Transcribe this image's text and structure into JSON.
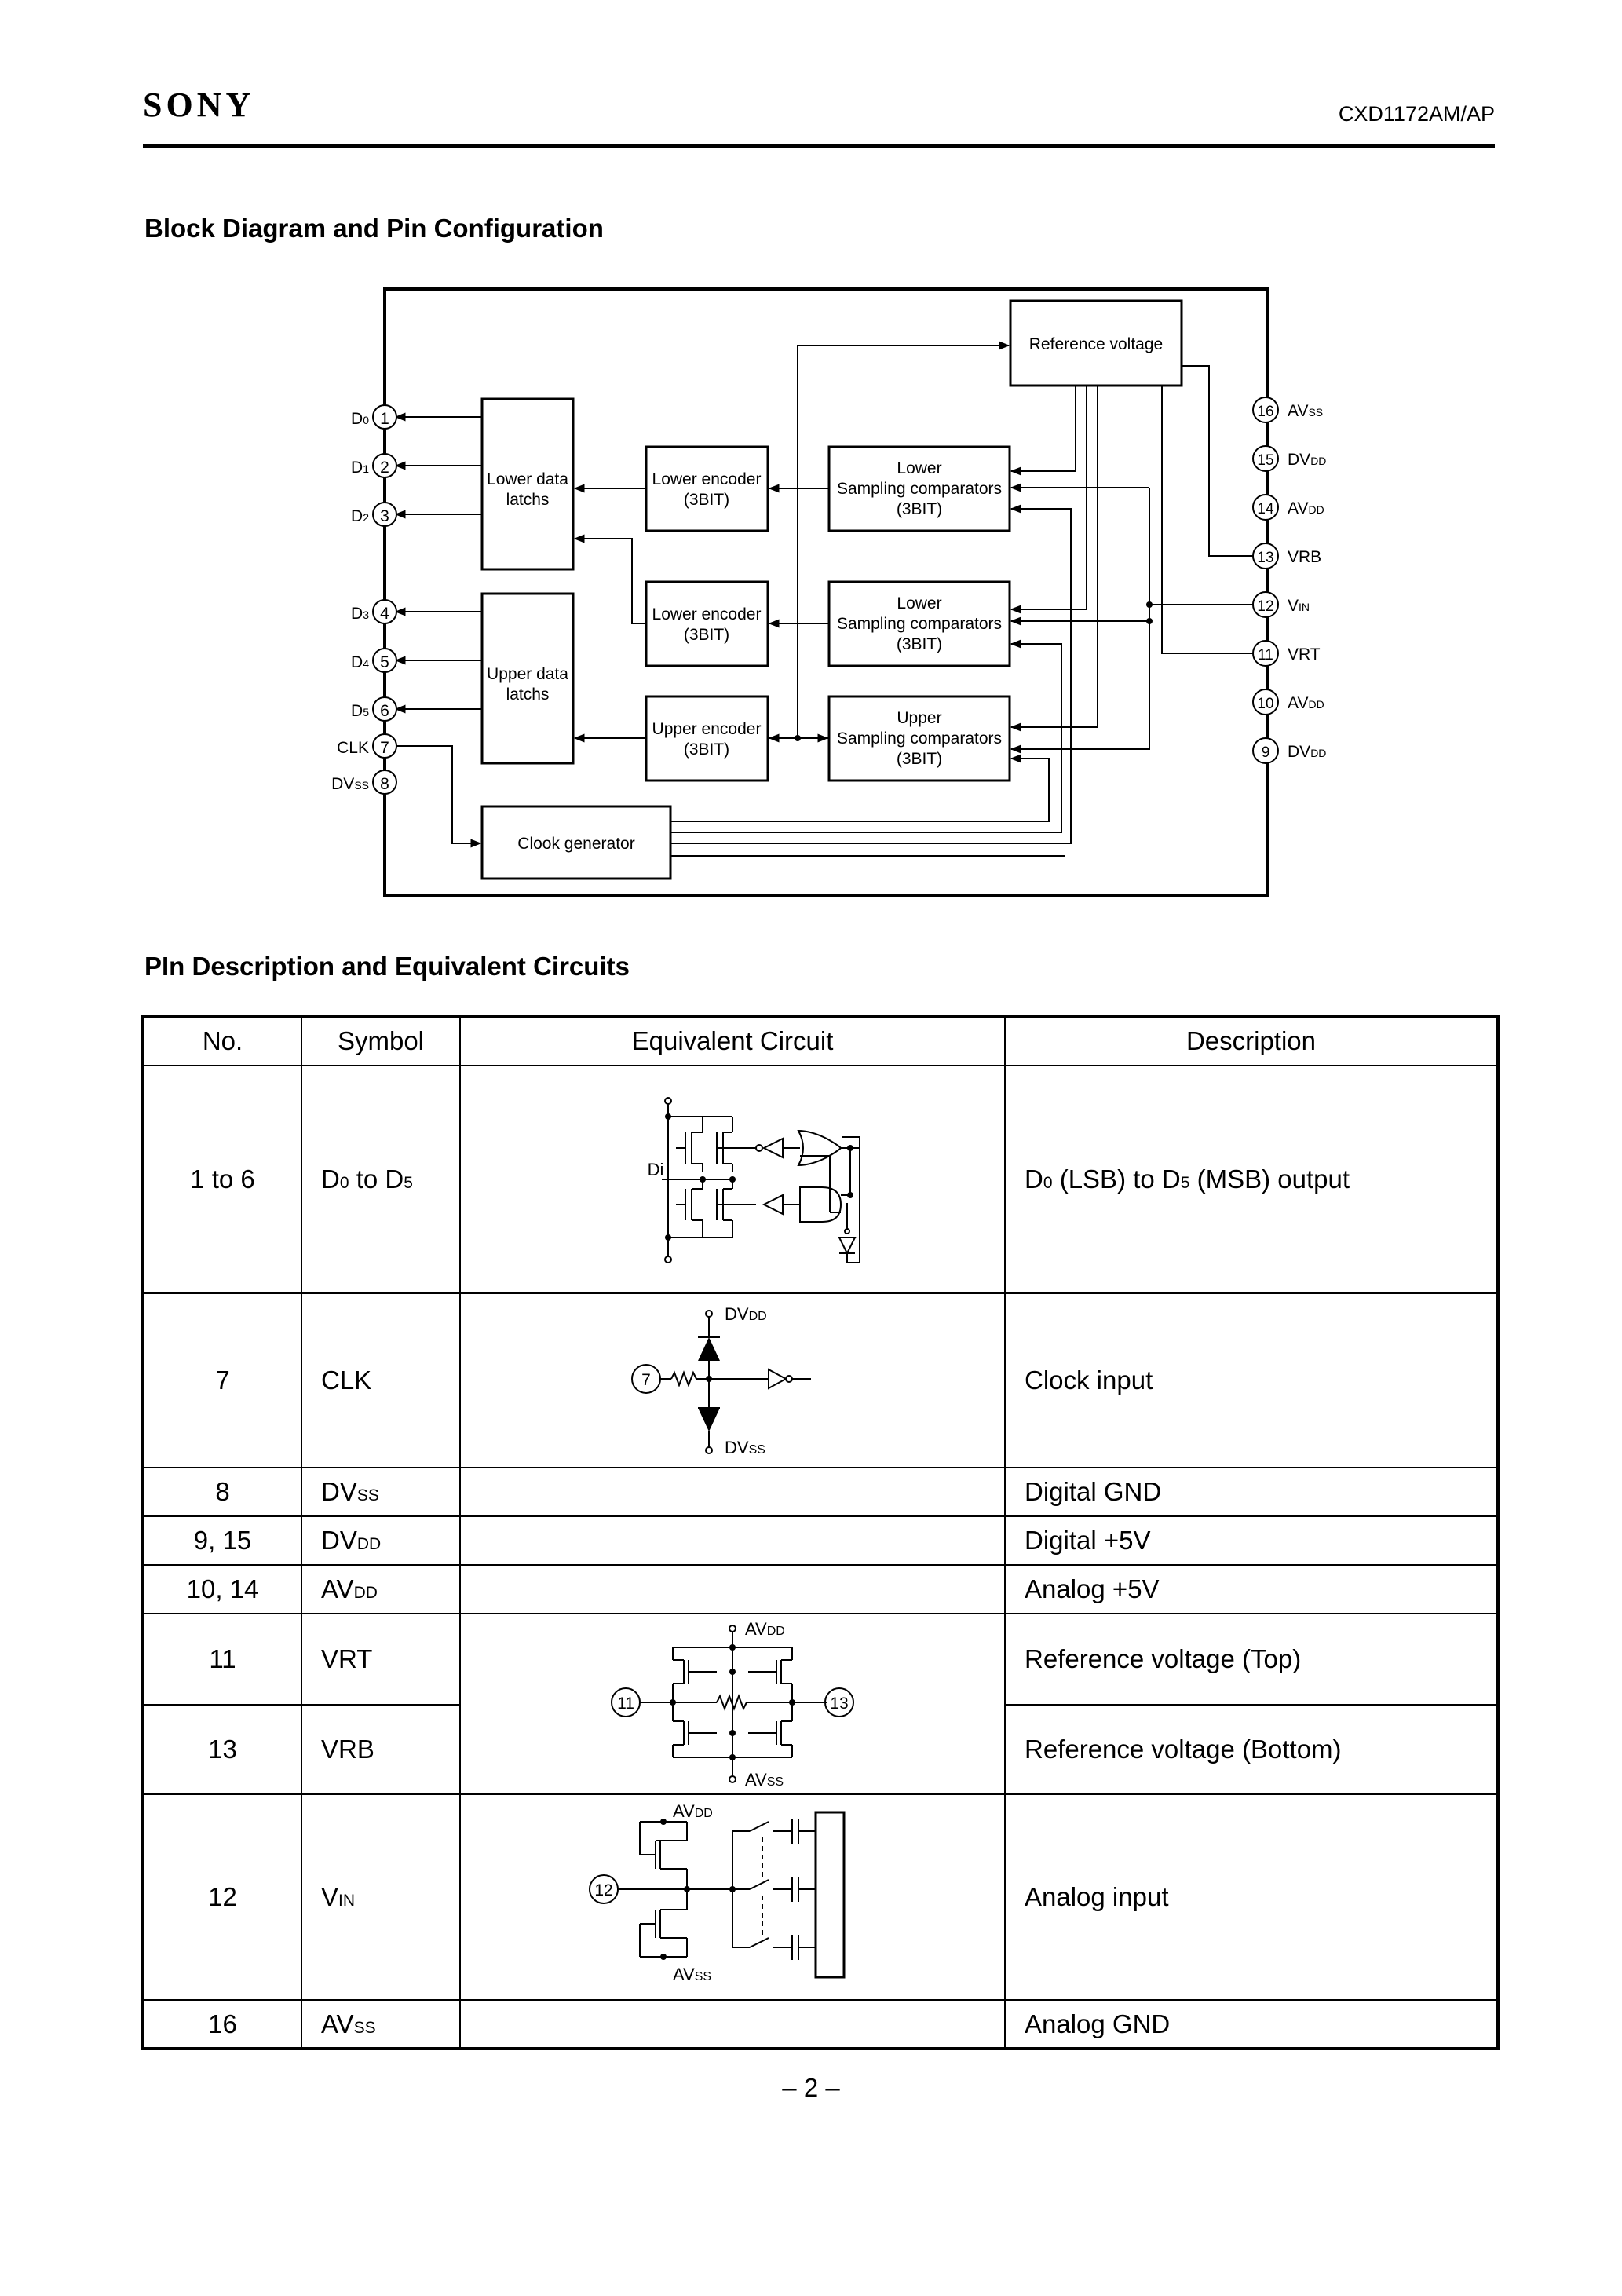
{
  "header": {
    "brand": "SONY",
    "part_number": "CXD1172AM/AP"
  },
  "sections": {
    "block_diagram_title": "Block Diagram and Pin Configuration",
    "pin_description_title": "PIn Description and Equivalent Circuits"
  },
  "block_diagram": {
    "blocks": {
      "reference_voltage": "Reference voltage",
      "lower_data_latchs_1": "Lower data",
      "lower_data_latchs_2": "latchs",
      "upper_data_latchs_1": "Upper data",
      "upper_data_latchs_2": "latchs",
      "lower_encoder_a_1": "Lower encoder",
      "lower_encoder_a_2": "(3BIT)",
      "lower_encoder_b_1": "Lower encoder",
      "lower_encoder_b_2": "(3BIT)",
      "upper_encoder_1": "Upper encoder",
      "upper_encoder_2": "(3BIT)",
      "lower_sc_a_1": "Lower",
      "lower_sc_a_2": "Sampling comparators",
      "lower_sc_a_3": "(3BIT)",
      "lower_sc_b_1": "Lower",
      "lower_sc_b_2": "Sampling comparators",
      "lower_sc_b_3": "(3BIT)",
      "upper_sc_1": "Upper",
      "upper_sc_2": "Sampling comparators",
      "upper_sc_3": "(3BIT)",
      "clock_generator": "Clook generator"
    },
    "left_pins": [
      {
        "num": "1",
        "base": "D",
        "sub": "0"
      },
      {
        "num": "2",
        "base": "D",
        "sub": "1"
      },
      {
        "num": "3",
        "base": "D",
        "sub": "2"
      },
      {
        "num": "4",
        "base": "D",
        "sub": "3"
      },
      {
        "num": "5",
        "base": "D",
        "sub": "4"
      },
      {
        "num": "6",
        "base": "D",
        "sub": "5"
      },
      {
        "num": "7",
        "base": "CLK",
        "sub": ""
      },
      {
        "num": "8",
        "base": "DV",
        "sub": "SS"
      }
    ],
    "right_pins": [
      {
        "num": "16",
        "base": "AV",
        "sub": "SS"
      },
      {
        "num": "15",
        "base": "DV",
        "sub": "DD"
      },
      {
        "num": "14",
        "base": "AV",
        "sub": "DD"
      },
      {
        "num": "13",
        "base": "VRB",
        "sub": ""
      },
      {
        "num": "12",
        "base": "V",
        "sub": "IN"
      },
      {
        "num": "11",
        "base": "VRT",
        "sub": ""
      },
      {
        "num": "10",
        "base": "AV",
        "sub": "DD"
      },
      {
        "num": "9",
        "base": "DV",
        "sub": "DD"
      }
    ]
  },
  "pin_table": {
    "headers": {
      "no": "No.",
      "symbol": "Symbol",
      "circuit": "Equivalent Circuit",
      "description": "Description"
    },
    "rows": {
      "r1": {
        "no": "1 to 6",
        "sym_a": "D",
        "sym_a_sub": "0",
        "sym_mid": " to D",
        "sym_b_sub": "5",
        "desc_a": "D",
        "desc_a_sub": "0",
        "desc_mid": " (LSB) to D",
        "desc_b_sub": "5",
        "desc_end": " (MSB) output",
        "circuit_label": "Di"
      },
      "r2": {
        "no": "7",
        "sym": "CLK",
        "desc": "Clock input",
        "circuit_pin": "7",
        "circuit_top_base": "DV",
        "circuit_top_sub": "DD",
        "circuit_bot_base": "DV",
        "circuit_bot_sub": "SS"
      },
      "r3": {
        "no": "8",
        "sym": "DV",
        "sym_sub": "SS",
        "desc": "Digital GND"
      },
      "r4": {
        "no": "9, 15",
        "sym": "DV",
        "sym_sub": "DD",
        "desc": "Digital +5V"
      },
      "r5": {
        "no": "10, 14",
        "sym": "AV",
        "sym_sub": "DD",
        "desc": "Analog +5V"
      },
      "r6": {
        "no": "11",
        "sym": "VRT",
        "desc": "Reference voltage (Top)",
        "circuit_pin_l": "11",
        "circuit_pin_r": "13",
        "circuit_top_base": "AV",
        "circuit_top_sub": "DD",
        "circuit_bot_base": "AV",
        "circuit_bot_sub": "SS"
      },
      "r7": {
        "no": "13",
        "sym": "VRB",
        "desc": "Reference voltage (Bottom)"
      },
      "r8": {
        "no": "12",
        "sym": "V",
        "sym_sub": "IN",
        "desc": "Analog input",
        "circuit_pin": "12",
        "circuit_top_base": "AV",
        "circuit_top_sub": "DD",
        "circuit_bot_base": "AV",
        "circuit_bot_sub": "SS"
      },
      "r9": {
        "no": "16",
        "sym": "AV",
        "sym_sub": "SS",
        "desc": "Analog GND"
      }
    }
  },
  "footer": {
    "page": "– 2 –"
  }
}
